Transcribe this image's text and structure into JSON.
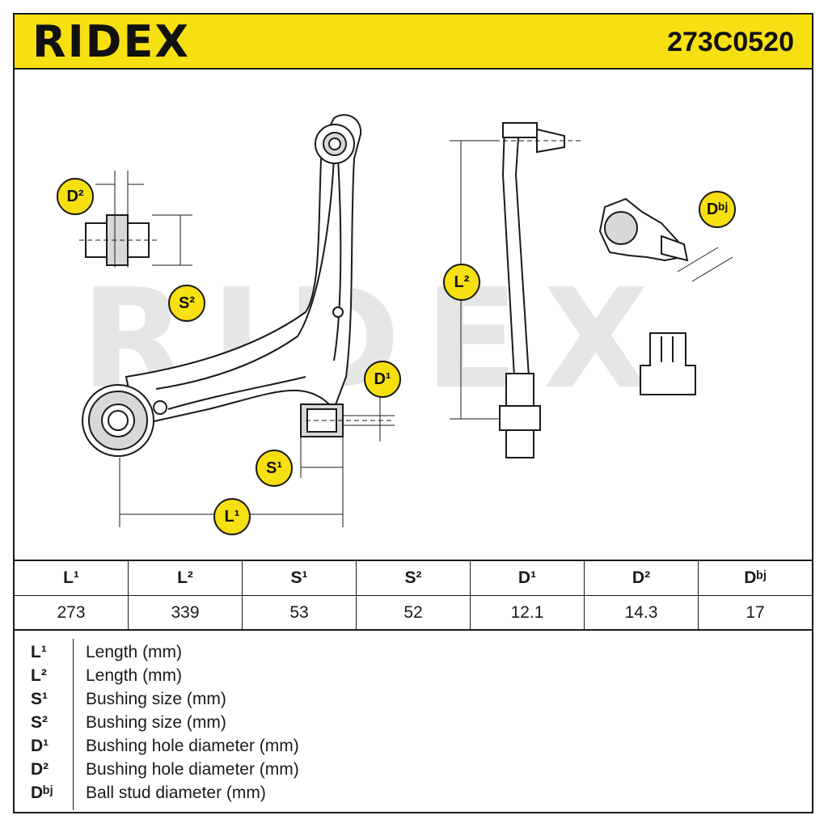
{
  "header": {
    "brand": "RIDEX",
    "part_number": "273C0520",
    "bg_color": "#f7e011"
  },
  "drawing": {
    "watermark": "RIDEX",
    "callouts": {
      "D2": "D²",
      "S2": "S²",
      "L2": "L²",
      "Dbj": "Dᵇʲ",
      "D1": "D¹",
      "S1": "S¹",
      "L1": "L¹"
    }
  },
  "table": {
    "headers": [
      "L¹",
      "L²",
      "S¹",
      "S²",
      "D¹",
      "D²",
      "Dᵇʲ"
    ],
    "values": [
      "273",
      "339",
      "53",
      "52",
      "12.1",
      "14.3",
      "17"
    ]
  },
  "legend": [
    {
      "key": "L¹",
      "desc": "Length (mm)"
    },
    {
      "key": "L²",
      "desc": "Length (mm)"
    },
    {
      "key": "S¹",
      "desc": "Bushing size (mm)"
    },
    {
      "key": "S²",
      "desc": "Bushing size (mm)"
    },
    {
      "key": "D¹",
      "desc": "Bushing hole diameter (mm)"
    },
    {
      "key": "D²",
      "desc": "Bushing hole diameter (mm)"
    },
    {
      "key": "Dᵇʲ",
      "desc": "Ball stud diameter (mm)"
    }
  ]
}
